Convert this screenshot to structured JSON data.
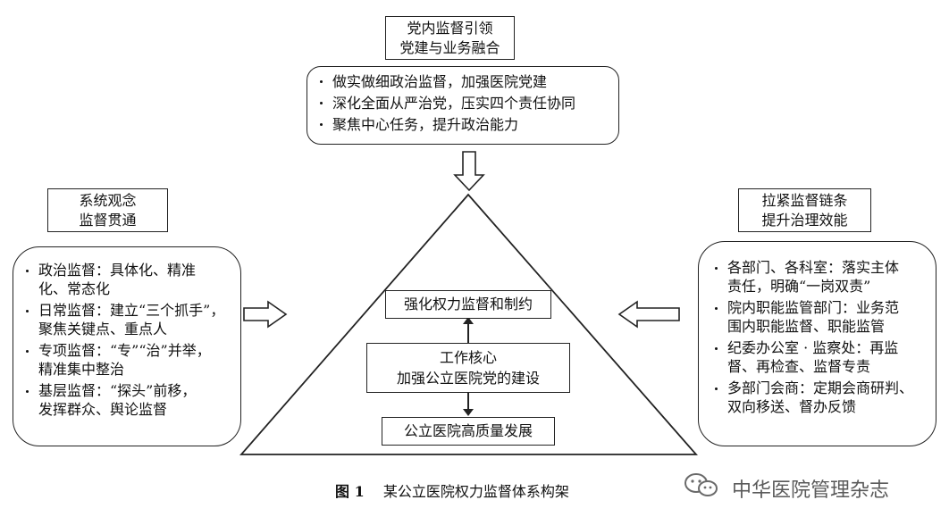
{
  "top": {
    "title_line1": "党内监督引领",
    "title_line2": "党建与业务融合",
    "items": [
      "做实做细政治监督，加强医院党建",
      "深化全面从严治党，压实四个责任协同",
      "聚焦中心任务，提升政治能力"
    ]
  },
  "left": {
    "title_line1": "系统观念",
    "title_line2": "监督贯通",
    "items": [
      {
        "l1": "政治监督：具体化、精准",
        "l2": "化、常态化"
      },
      {
        "l1": "日常监督：建立“三个抓手”，",
        "l2": "聚焦关键点、重点人"
      },
      {
        "l1": "专项监督：“专”“治”并举，",
        "l2": "精准集中整治"
      },
      {
        "l1": "基层监督：“探头”前移，",
        "l2": "发挥群众、舆论监督"
      }
    ]
  },
  "right": {
    "title_line1": "拉紧监督链条",
    "title_line2": "提升治理效能",
    "items": [
      {
        "l1": "各部门、各科室：落实主体",
        "l2": "责任，明确“一岗双责”"
      },
      {
        "l1": "院内职能监管部门：业务范",
        "l2": "围内职能监督、职能监管"
      },
      {
        "l1": "纪委办公室 · 监察处：再监",
        "l2": "督、再检查、监督专责"
      },
      {
        "l1": "多部门会商：定期会商研判、",
        "l2": "双向移送、督办反馈"
      }
    ]
  },
  "center": {
    "upper": "强化权力监督和制约",
    "core_line1": "工作核心",
    "core_line2": "加强公立医院党的建设",
    "lower": "公立医院高质量发展"
  },
  "caption": {
    "label": "图 1",
    "text": "某公立医院权力监督体系构架"
  },
  "watermark": {
    "icon": "wechat-icon",
    "text": "中华医院管理杂志"
  }
}
